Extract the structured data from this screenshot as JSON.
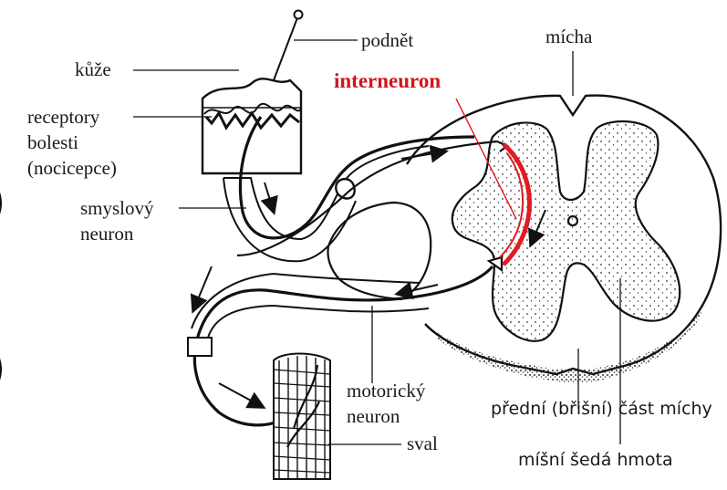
{
  "labels": {
    "kuze": "kůže",
    "podnet": "podnět",
    "micha": "mícha",
    "interneuron": "interneuron",
    "receptory_1": "receptory",
    "receptory_2": "bolesti",
    "receptory_3": "(nocicepce)",
    "smyslovy_1": "smyslový",
    "smyslovy_2": "neuron",
    "motoricky_1": "motorický",
    "motoricky_2": "neuron",
    "sval": "sval",
    "predni": "přední (břišní) část míchy",
    "sedahmota": "míšní šedá hmota"
  },
  "colors": {
    "ink": "#111111",
    "interneuron": "#e01b22",
    "label_red": "#d0161b"
  }
}
